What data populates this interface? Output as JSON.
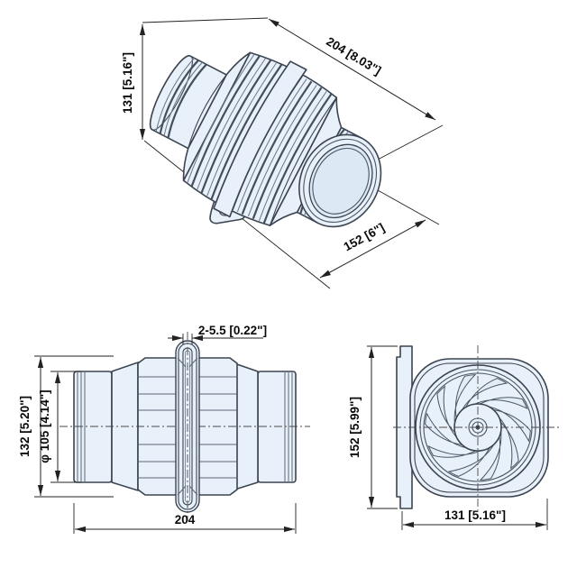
{
  "title": "Inline blower three-view dimensional drawing",
  "colors": {
    "body_fill": "#e8f0f9",
    "body_shade": "#dce8f4",
    "outline": "#3b4450",
    "rib_light": "#6b7787",
    "rib_dark": "#454f5c",
    "dimension_line": "#222222",
    "text": "#0a0a0a",
    "background": "#ffffff"
  },
  "views": {
    "isometric": {
      "name": "isometric-view",
      "dimensions": {
        "height": "131 [5.16\"]",
        "length": "204 [8.03\"]",
        "depth": "152 [6\"]"
      }
    },
    "side": {
      "name": "side-view",
      "dimensions": {
        "slot_holes": "2-5.5 [0.22\"]",
        "height": "132 [5.20\"]",
        "hose_diameter": "φ 105 [4.14\"]",
        "length": "204"
      }
    },
    "front": {
      "name": "front-view",
      "blade_count": 10,
      "dimensions": {
        "height": "152 [5.99\"]",
        "width": "131 [5.16\"]"
      }
    }
  }
}
